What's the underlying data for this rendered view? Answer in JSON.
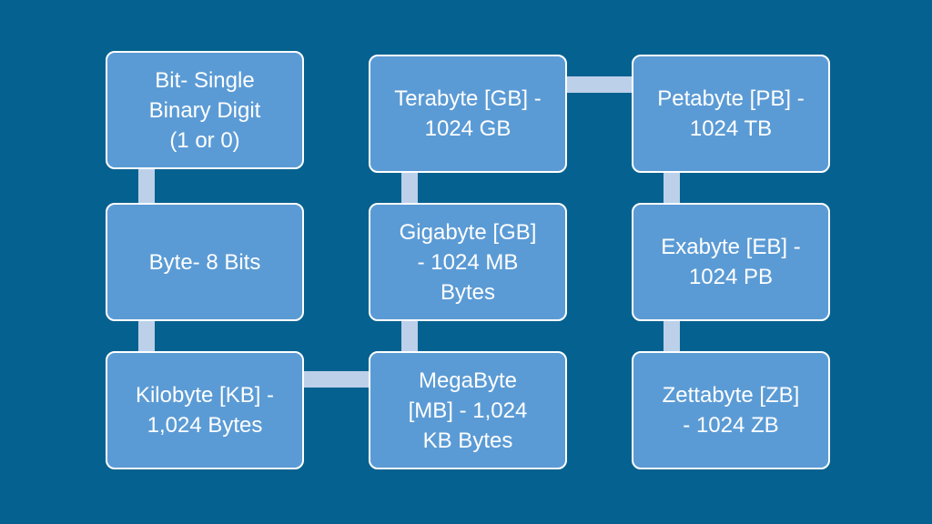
{
  "colors": {
    "background": "#05618f",
    "node_fill": "#5b9bd5",
    "node_border": "#ffffff",
    "connector": "#bcd0e9",
    "text": "#ffffff"
  },
  "nodes": {
    "bit": "Bit- Single\nBinary Digit\n(1 or 0)",
    "byte": "Byte- 8 Bits",
    "kilobyte": "Kilobyte [KB] -\n1,024 Bytes",
    "megabyte": "MegaByte\n[MB] - 1,024\nKB Bytes",
    "gigabyte": "Gigabyte [GB]\n- 1024 MB\nBytes",
    "terabyte": "Terabyte [GB] -\n1024 GB",
    "petabyte": "Petabyte [PB] -\n1024 TB",
    "exabyte": "Exabyte [EB] -\n1024 PB",
    "zettabyte": "Zettabyte [ZB]\n- 1024 ZB"
  }
}
